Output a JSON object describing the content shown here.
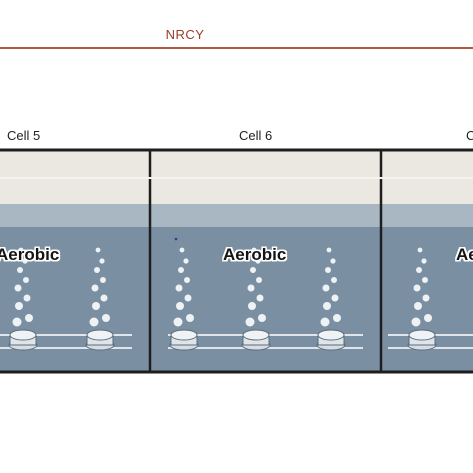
{
  "header": {
    "title": "NRCY"
  },
  "cells": [
    {
      "label": "Cell 5",
      "zone": "Aerobic"
    },
    {
      "label": "Cell 6",
      "zone": "Aerobic"
    },
    {
      "label": "C",
      "zone": "Ae"
    }
  ],
  "colors": {
    "nrcy_line": "#b4573f",
    "headspace": "#ebe8e1",
    "water_upper": "#a9b7c3",
    "water_lower": "#7b8fa2",
    "tank_border": "#1e1e1e"
  },
  "icons": [
    "diffuser-icon",
    "air-bubble-icon"
  ]
}
